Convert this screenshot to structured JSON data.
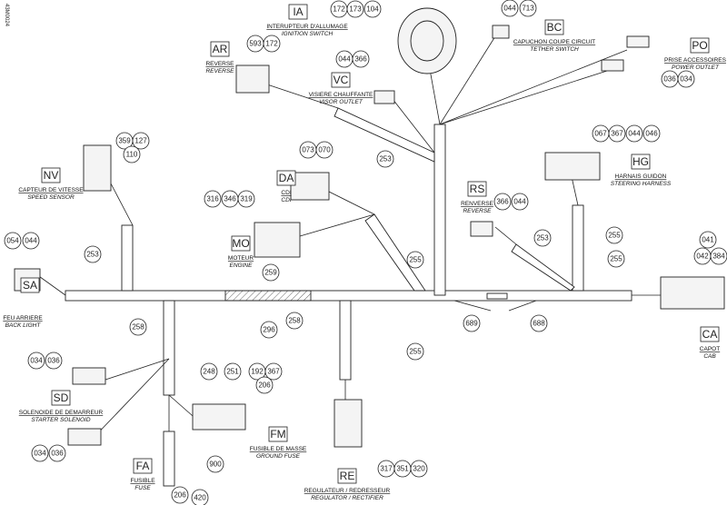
{
  "document_id": "43M0024",
  "components": [
    {
      "code": "IA",
      "fr": "INTERUPTEUR D'ALLUMAGE",
      "en": "IGNITION SWITCH",
      "callouts": [
        "172",
        "173",
        "104"
      ]
    },
    {
      "code": "AR",
      "fr": "REVERSE",
      "en": "REVERSE",
      "callouts": [
        "593",
        "172"
      ]
    },
    {
      "code": "VC",
      "fr": "VISIERE CHAUFFANTE",
      "en": "VISOR OUTLET",
      "callouts": [
        "044",
        "366"
      ]
    },
    {
      "code": "BC",
      "fr": "CAPUCHON COUPE CIRCUIT",
      "en": "TETHER SWITCH",
      "callouts": [
        "044",
        "713"
      ]
    },
    {
      "code": "PO",
      "fr": "PRISE ACCESSOIRES",
      "en": "POWER OUTLET",
      "callouts": [
        "036",
        "034"
      ]
    },
    {
      "code": "NV",
      "fr": "CAPTEUR DE VITESSE",
      "en": "SPEED SENSOR",
      "callouts": [
        "359",
        "127",
        "110"
      ]
    },
    {
      "code": "DA",
      "fr": "CDI",
      "en": "CDI",
      "callouts": [
        "073",
        "070"
      ]
    },
    {
      "code": "MO",
      "fr": "MOTEUR",
      "en": "ENGINE",
      "callouts": [
        "316",
        "346",
        "319"
      ]
    },
    {
      "code": "HG",
      "fr": "HARNAIS GUIDON",
      "en": "STEERING HARNESS",
      "callouts": [
        "067",
        "367",
        "044",
        "046"
      ]
    },
    {
      "code": "RS",
      "fr": "RENVERSE",
      "en": "REVERSE",
      "callouts": [
        "366",
        "044"
      ]
    },
    {
      "code": "SA",
      "fr": "FEU ARRIERE",
      "en": "BACK LIGHT",
      "callouts": [
        "054",
        "044"
      ]
    },
    {
      "code": "CA",
      "fr": "CAPOT",
      "en": "CAB",
      "callouts": [
        "041",
        "042",
        "384"
      ]
    },
    {
      "code": "SD",
      "fr": "SOLENOIDE DE DEMARREUR",
      "en": "STARTER SOLENOID",
      "callouts": [
        "034",
        "036",
        "034",
        "036"
      ]
    },
    {
      "code": "FM",
      "fr": "FUSIBLE DE MASSE",
      "en": "GROUND FUSE",
      "callouts": [
        "248",
        "251",
        "192",
        "367",
        "206"
      ]
    },
    {
      "code": "FA",
      "fr": "FUSIBLE",
      "en": "FUSE",
      "callouts": [
        "900",
        "206",
        "420"
      ]
    },
    {
      "code": "RE",
      "fr": "REGULATEUR / REDRESSEUR",
      "en": "REGULATOR / RECTIFIER",
      "callouts": [
        "317",
        "351",
        "320"
      ]
    }
  ],
  "harness_callouts": [
    "253",
    "253",
    "259",
    "253",
    "255",
    "255",
    "255",
    "296",
    "258",
    "258",
    "255",
    "689",
    "688"
  ]
}
